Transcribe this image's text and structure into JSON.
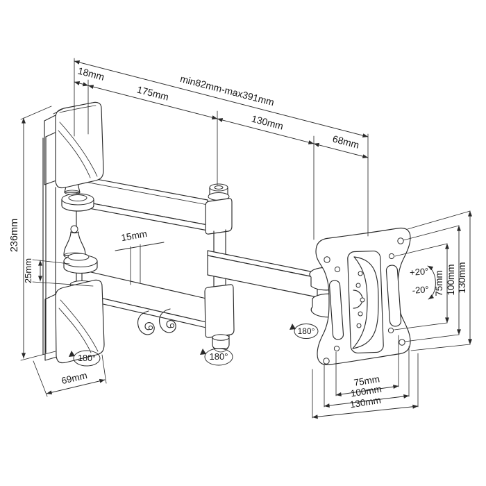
{
  "colors": {
    "line": "#2a2a2a",
    "background": "#ffffff"
  },
  "labels": {
    "top": {
      "wall_plate_depth": "18mm",
      "first_arm": "175mm",
      "extension_range": "min82mm-max391mm",
      "second_arm": "130mm",
      "head_depth": "68mm"
    },
    "left": {
      "wall_plate_height": "236mm",
      "arm_gap": "25mm",
      "wall_clearance": "69mm"
    },
    "center": {
      "hook_width": "15mm"
    },
    "rotation": {
      "wall_swivel": "180°",
      "elbow_swivel": "180°",
      "screen_swivel": "180°"
    },
    "tilt": {
      "up": "+20°",
      "down": "-20°"
    },
    "vesa_vertical": {
      "hole_pitch": "75mm",
      "plate_span": "100mm",
      "overall": "130mm"
    },
    "vesa_horizontal": {
      "hole_pitch": "75mm",
      "plate_span": "100mm",
      "overall": "130mm"
    }
  }
}
